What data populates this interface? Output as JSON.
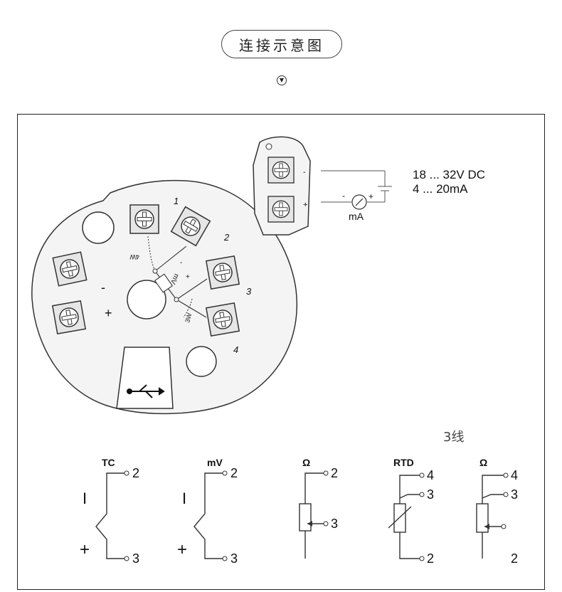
{
  "header": {
    "title": "连接示意图",
    "expand_glyph": "▼"
  },
  "power": {
    "voltage": "18 ... 32V DC",
    "current": "4 ... 20mA",
    "meter_unit": "mA",
    "minus": "-",
    "plus": "+"
  },
  "head": {
    "terminals": [
      "1",
      "2",
      "3",
      "4"
    ],
    "polarity_minus": "-",
    "polarity_plus": "+",
    "wire_4w": "4W",
    "wire_3w": "3W",
    "mv_minus": "-",
    "mv_label": "mV",
    "mv_plus": "+"
  },
  "wiring_note": "3线",
  "schemes": [
    {
      "title": "TC",
      "terminals": [
        "2",
        "3"
      ],
      "minus": "I",
      "plus": "+"
    },
    {
      "title": "mV",
      "terminals": [
        "2",
        "3"
      ],
      "minus": "I",
      "plus": "+"
    },
    {
      "title": "Ω",
      "terminals": [
        "2",
        "3"
      ]
    },
    {
      "title": "RTD",
      "terminals": [
        "4",
        "3",
        "2"
      ]
    },
    {
      "title": "Ω",
      "terminals": [
        "4",
        "3",
        "2"
      ]
    }
  ],
  "colors": {
    "line": "#333333",
    "terminal_fill": "#e6e6e6",
    "head_fill": "#f4f4f4"
  }
}
